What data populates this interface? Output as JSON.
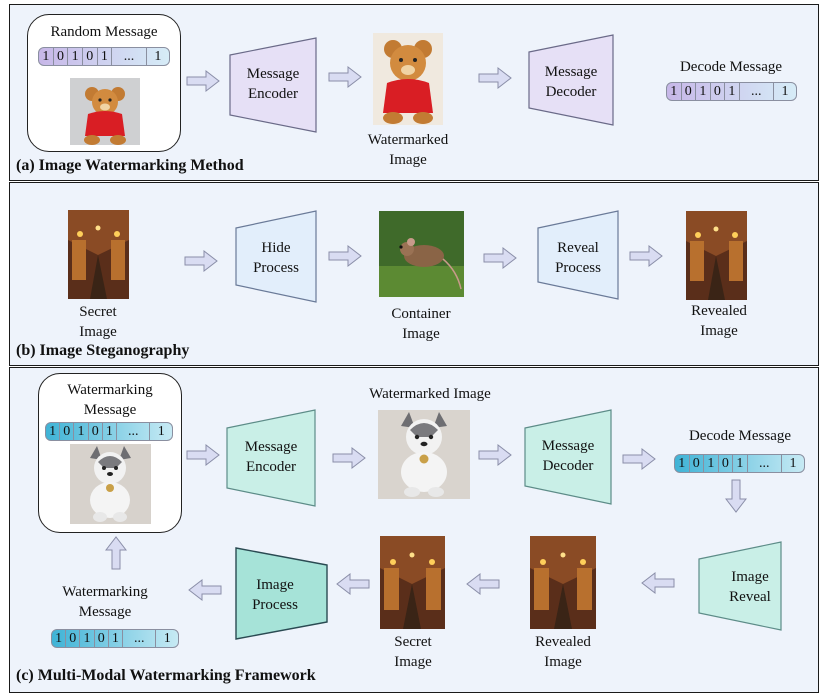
{
  "colors": {
    "panel_bg": "#eef3fb",
    "lavender": "#e6e0f6",
    "light_blue": "#e2eefb",
    "teal": "#c9efe7",
    "teal_dark": "#a6e3d8",
    "arrow_fill": "#d9dcf2",
    "bar_blue_start": "#3fb3d6",
    "bar_blue_end": "#c7eaf4",
    "bar_purple_start": "#c7b7e8",
    "bar_purple_end": "#d6ecf7"
  },
  "message_bits": [
    "1",
    "0",
    "1",
    "0",
    "1",
    "...",
    "1"
  ],
  "panel_a": {
    "caption": "(a) Image Watermarking Method",
    "random_message": "Random Message",
    "encoder": [
      "Message",
      "Encoder"
    ],
    "watermarked": [
      "Watermarked",
      "Image"
    ],
    "decoder": [
      "Message",
      "Decoder"
    ],
    "decode_message": "Decode Message"
  },
  "panel_b": {
    "caption": "(b) Image Steganography",
    "secret": [
      "Secret",
      "Image"
    ],
    "hide": [
      "Hide",
      "Process"
    ],
    "container": [
      "Container",
      "Image"
    ],
    "reveal": [
      "Reveal",
      "Process"
    ],
    "revealed": [
      "Revealed",
      "Image"
    ]
  },
  "panel_c": {
    "caption": "(c) Multi-Modal Watermarking Framework",
    "wm_message": [
      "Watermarking",
      "Message"
    ],
    "encoder": [
      "Message",
      "Encoder"
    ],
    "watermarked_image": "Watermarked Image",
    "decoder": [
      "Message",
      "Decoder"
    ],
    "decode_message": "Decode Message",
    "image_reveal": [
      "Image",
      "Reveal"
    ],
    "revealed": [
      "Revealed",
      "Image"
    ],
    "secret": [
      "Secret",
      "Image"
    ],
    "image_process": [
      "Image",
      "Process"
    ],
    "wm_message_out": [
      "Watermarking",
      "Message"
    ]
  },
  "icons": [
    "teddy-bear-image",
    "market-street-image",
    "mouse-image",
    "plush-husky-image",
    "right-arrow-icon",
    "left-arrow-icon",
    "up-arrow-icon",
    "down-arrow-icon"
  ]
}
